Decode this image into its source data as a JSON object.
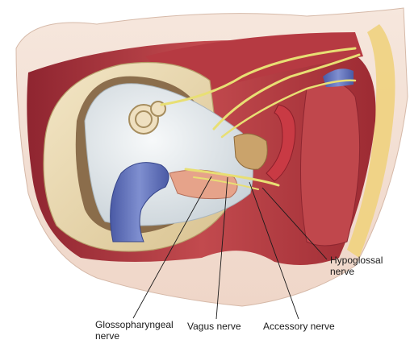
{
  "labels": {
    "hypoglossal": [
      "Hypoglossal",
      "nerve"
    ],
    "glossopharyngeal": [
      "Glossopharyngeal",
      "nerve"
    ],
    "vagus": "Vagus nerve",
    "accessory": "Accessory nerve"
  },
  "colors": {
    "muscle": "#b0343c",
    "skin": "#f1dcd0",
    "bone": "#ecdcb5",
    "vein": "#5d6fb5",
    "nerve": "#e8df74",
    "dura": "#e4e8ea"
  }
}
